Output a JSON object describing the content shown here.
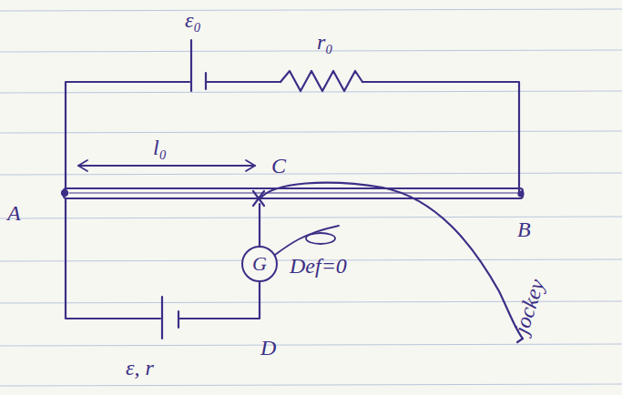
{
  "diagram": {
    "nodes": [
      {
        "text": [
          "G"
        ]
      }
    ],
    "labels": [
      "ε₀",
      "r₀",
      "l₀",
      "C",
      "A",
      "B",
      "Def=0",
      "jockey",
      "ε, r",
      "D"
    ]
  }
}
